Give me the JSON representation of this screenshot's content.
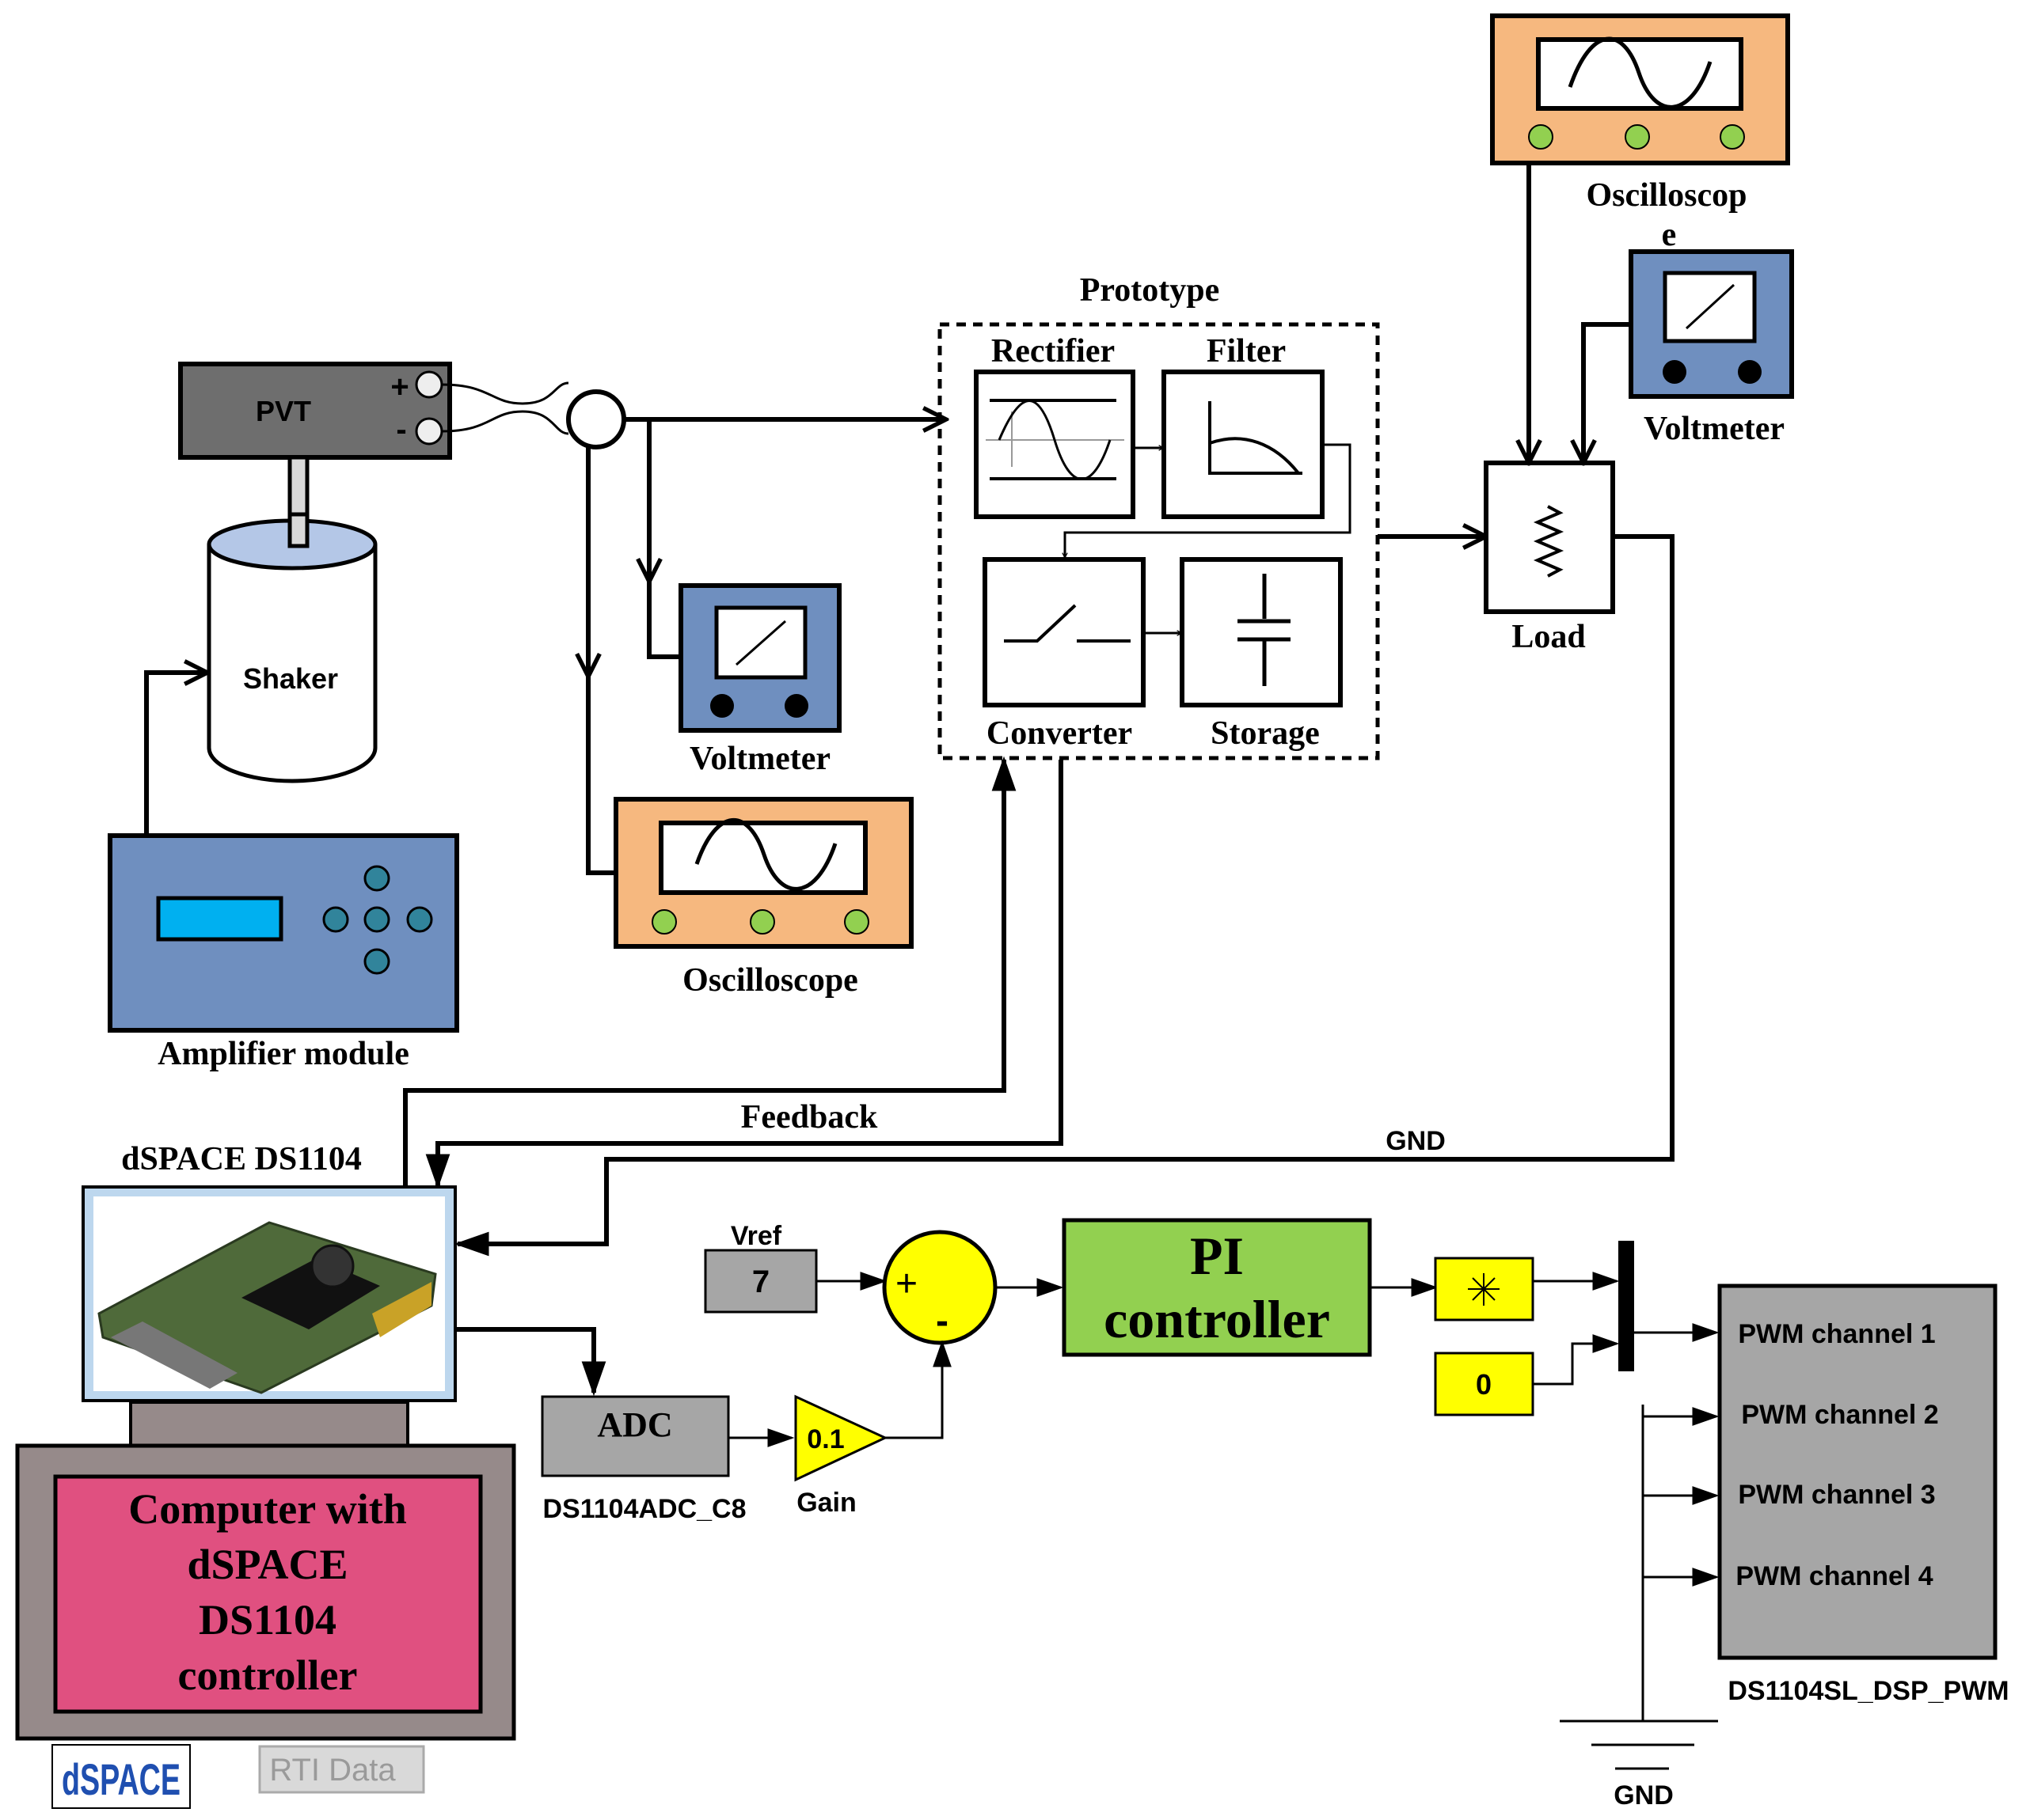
{
  "devices": {
    "pvt": "PVT",
    "pvt_plus": "+",
    "pvt_minus": "-",
    "shaker": "Shaker",
    "amplifier": "Amplifier module",
    "voltmeter_left": "Voltmeter",
    "oscilloscope_left": "Oscilloscope",
    "oscilloscope_right_line1": "Oscilloscop",
    "oscilloscope_right_line2": "e",
    "voltmeter_right": "Voltmeter",
    "load": "Load"
  },
  "prototype": {
    "title": "Prototype",
    "rectifier": "Rectifier",
    "filter": "Filter",
    "converter": "Converter",
    "storage": "Storage"
  },
  "signals": {
    "feedback": "Feedback",
    "gnd_top": "GND",
    "gnd_bottom": "GND"
  },
  "controller": {
    "dspace_title": "dSPACE DS1104",
    "computer_line1": "Computer with",
    "computer_line2": "dSPACE",
    "computer_line3": "DS1104",
    "computer_line4": "controller",
    "dspace_logo": "dSPACE",
    "rti_data": "RTI Data"
  },
  "simulink": {
    "vref_label": "Vref",
    "vref_value": "7",
    "sum_plus": "+",
    "sum_minus": "-",
    "adc": "ADC",
    "adc_caption": "DS1104ADC_C8",
    "gain_value": "0.1",
    "gain_caption": "Gain",
    "pi_line1": "PI",
    "pi_line2": "controller",
    "zero_const": "0",
    "pwm_block_caption": "DS1104SL_DSP_PWM",
    "pwm_channels": [
      "PWM channel 1",
      "PWM channel 2",
      "PWM channel 3",
      "PWM channel 4"
    ]
  },
  "colors": {
    "orange": "#F6B87F",
    "blue": "#6F8FBF",
    "gray_dark": "#6E6E6E",
    "gray_block": "#A6A6A6",
    "green_led": "#92D050",
    "yellow": "#FFFF00",
    "pi_green": "#92D050",
    "computer_pink": "#E05080",
    "monitor_gray": "#968A8A",
    "lcd_cyan": "#00B0F0"
  }
}
